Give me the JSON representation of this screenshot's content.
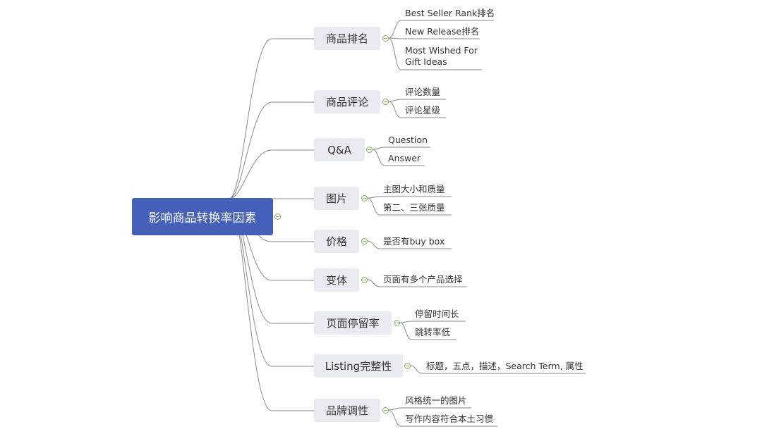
{
  "root": "影响商品转换率因素",
  "branches": [
    {
      "label": "商品排名",
      "children": [
        "Best Seller Rank排名",
        "New Release排名",
        "Most Wished For Gift Ideas"
      ]
    },
    {
      "label": "商品评论",
      "children": [
        "评论数量",
        "评论星级"
      ]
    },
    {
      "label": "Q&A",
      "children": [
        "Question",
        "Answer"
      ]
    },
    {
      "label": "图片",
      "children": [
        "主图大小和质量",
        "第二、三张质量"
      ]
    },
    {
      "label": "价格",
      "children": [
        "是否有buy box"
      ]
    },
    {
      "label": "变体",
      "children": [
        "页面有多个产品选择"
      ]
    },
    {
      "label": "页面停留率",
      "children": [
        "停留时间长",
        "跳转率低"
      ]
    },
    {
      "label": "Listing完整性",
      "children": [
        "标题，五点，描述，Search Term, 属性"
      ]
    },
    {
      "label": "品牌调性",
      "children": [
        "风格统一的图片",
        "写作内容符合本土习惯"
      ]
    }
  ],
  "colors": {
    "root_fill": "#4560b8",
    "branch_fill": "#e9ebf3",
    "line": "#8a8a8a",
    "toggle": "#7fb35c"
  }
}
